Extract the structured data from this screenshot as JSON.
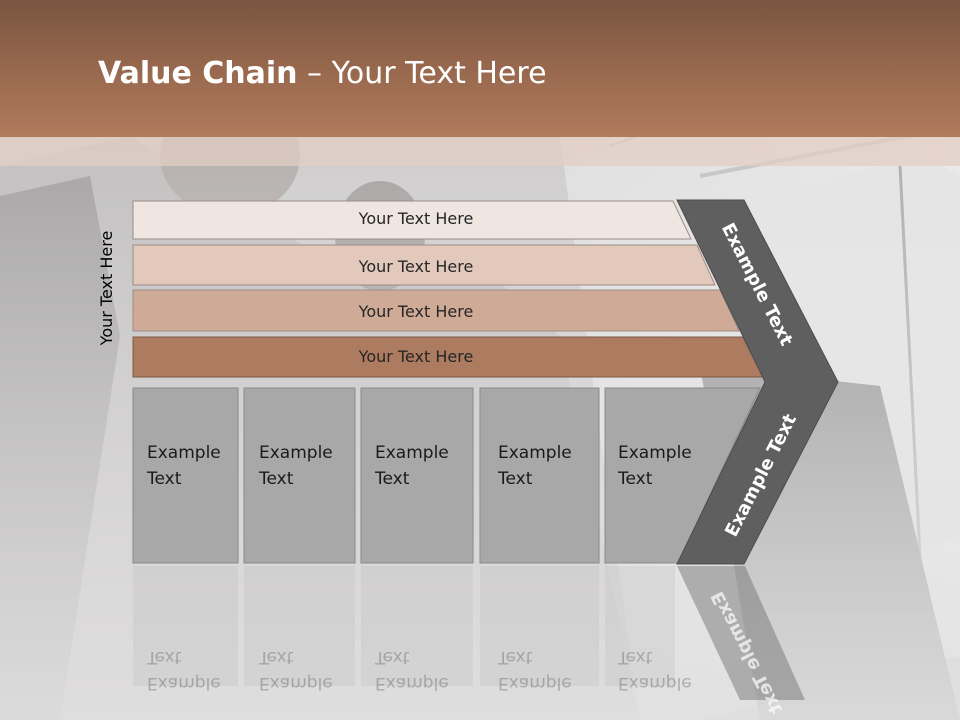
{
  "title": {
    "bold": "Value Chain",
    "rest": " – Your Text Here"
  },
  "side_label": "Your Text Here",
  "bars": [
    "Your Text Here",
    "Your Text Here",
    "Your Text Here",
    "Your Text Here"
  ],
  "boxes": [
    {
      "line1": "Example",
      "line2": "Text"
    },
    {
      "line1": "Example",
      "line2": "Text"
    },
    {
      "line1": "Example",
      "line2": "Text"
    },
    {
      "line1": "Example",
      "line2": "Text"
    },
    {
      "line1": "Example",
      "line2": "Text"
    }
  ],
  "arrow_upper": "Example Text",
  "arrow_lower": "Example Text",
  "colors": {
    "bar1": "#efe5e1",
    "bar2": "#e2c9bc",
    "bar3": "#cfab97",
    "bar4": "#ad7b5f",
    "box": "#a8a8a8",
    "arrow": "#5f5f5f",
    "header": "#9a6a4f"
  }
}
